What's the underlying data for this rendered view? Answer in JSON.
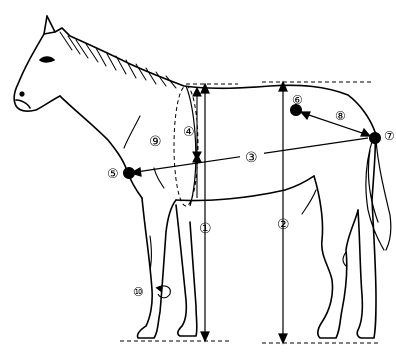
{
  "labels": {
    "m1": "①",
    "m2": "②",
    "m3": "③",
    "m4": "④",
    "m5": "⑤",
    "m6": "⑥",
    "m7": "⑦",
    "m8": "⑧",
    "m9": "⑨",
    "m10": "⑩"
  },
  "colors": {
    "ink": "#000000",
    "background": "#ffffff"
  }
}
